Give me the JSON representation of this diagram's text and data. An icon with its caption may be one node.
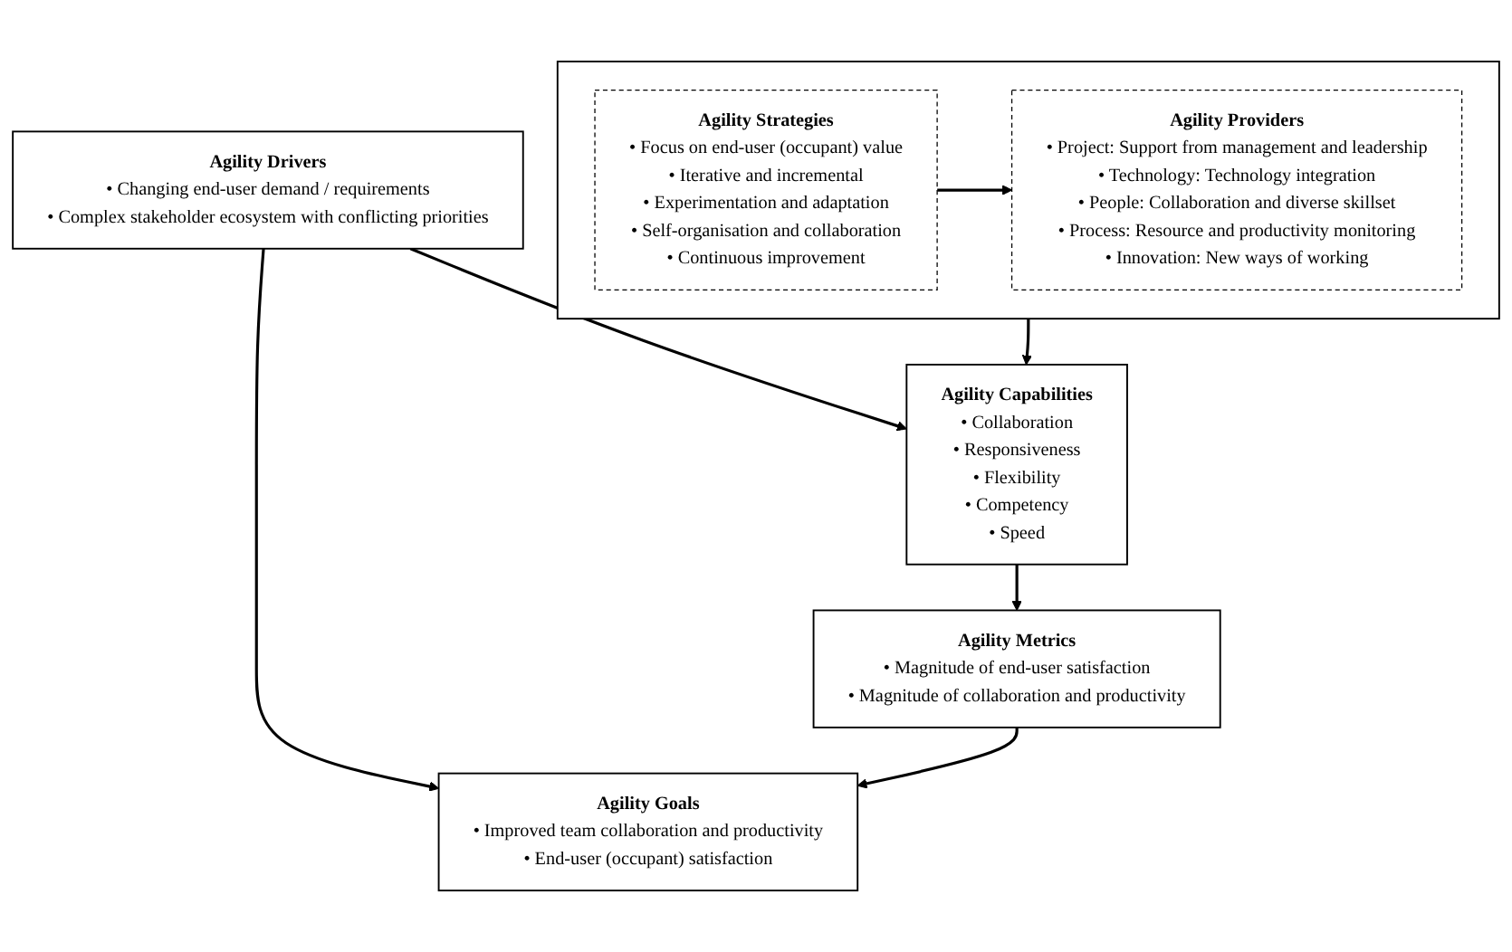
{
  "diagram": {
    "nodes": [
      {
        "text": [
          "Agility Drivers",
          "• Changing end-user demand / requirements",
          "• Complex stakeholder ecosystem with conflicting priorities"
        ]
      },
      {
        "text": [
          "Agility Goals",
          "• Improved team collaboration and productivity",
          "• End-user (occupant) satisfaction"
        ]
      },
      {
        "text": [
          "Agility Metrics",
          "• Magnitude of end-user satisfaction",
          "• Magnitude of collaboration and productivity"
        ]
      },
      {
        "text": [
          "Agility Capabilities",
          "• Collaboration",
          "• Responsiveness",
          "• Flexibility",
          "• Competency",
          "• Speed"
        ]
      },
      {
        "text": [],
        "shape": "box"
      },
      {
        "text": [
          "Agility Strategies",
          "• Focus on end-user (occupant) value",
          "• Iterative and incremental",
          "• Experimentation and adaptation",
          "• Self-organisation and collaboration",
          "• Continuous improvement"
        ],
        "in": 4
      },
      {
        "text": [
          "Agility Providers",
          "• Project: Support from management and leadership",
          "• Technology: Technology integration",
          "• People: Collaboration and diverse skillset",
          "• Process: Resource and productivity monitoring",
          "• Innovation: New ways of working"
        ],
        "in": 4
      }
    ],
    "edges": [
      {
        "from": 0,
        "to": 1,
        "arrow": "to"
      },
      {
        "from": 0,
        "to": 3,
        "arrow": "to"
      },
      {
        "from": 2,
        "to": 1,
        "arrow": "to"
      },
      {
        "from": 3,
        "to": 2,
        "arrow": "to"
      },
      {
        "from": 4,
        "to": 3,
        "arrow": "to"
      },
      {
        "from": 5,
        "to": 6,
        "arrow": "to"
      }
    ]
  }
}
